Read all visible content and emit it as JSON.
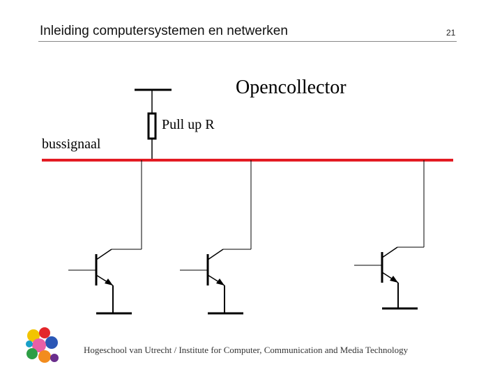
{
  "header": {
    "title": "Inleiding computersystemen en netwerken",
    "page_number": "21"
  },
  "slide": {
    "title": "Opencollector",
    "pullup_label": "Pull up R",
    "bus_label": "bussignaal"
  },
  "footer": {
    "text": "Hogeschool van Utrecht / Institute for Computer, Communication and Media Technology"
  },
  "colors": {
    "bus_line": "#e31b23",
    "wire": "#000000"
  }
}
